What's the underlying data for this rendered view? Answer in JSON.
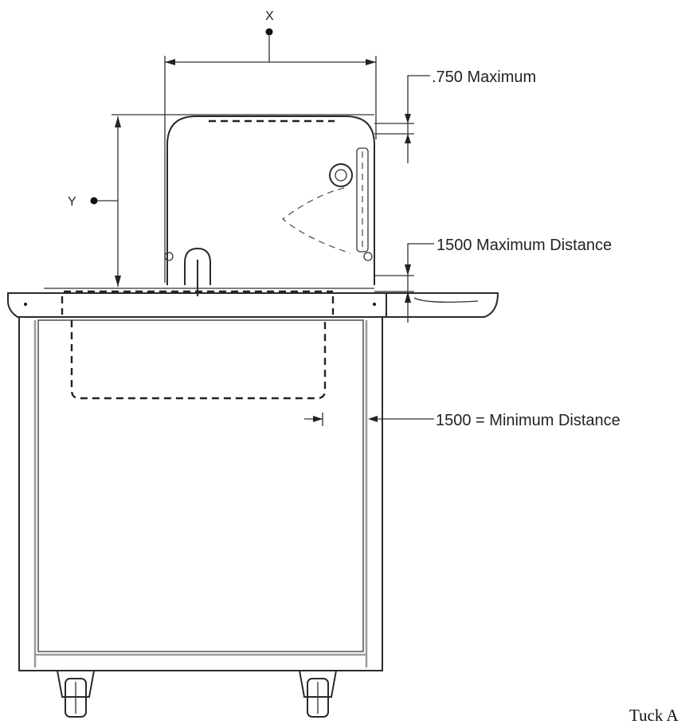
{
  "labels": {
    "x_marker": "X",
    "y_marker": "Y",
    "max_750": ".750 Maximum",
    "max_distance": "1500 Maximum Distance",
    "min_distance": "1500 = Minimum Distance",
    "caption": "Tuck A"
  },
  "colors": {
    "line": "#2a2a2a",
    "background": "#ffffff",
    "frame_gray": "#9a9a9a"
  }
}
